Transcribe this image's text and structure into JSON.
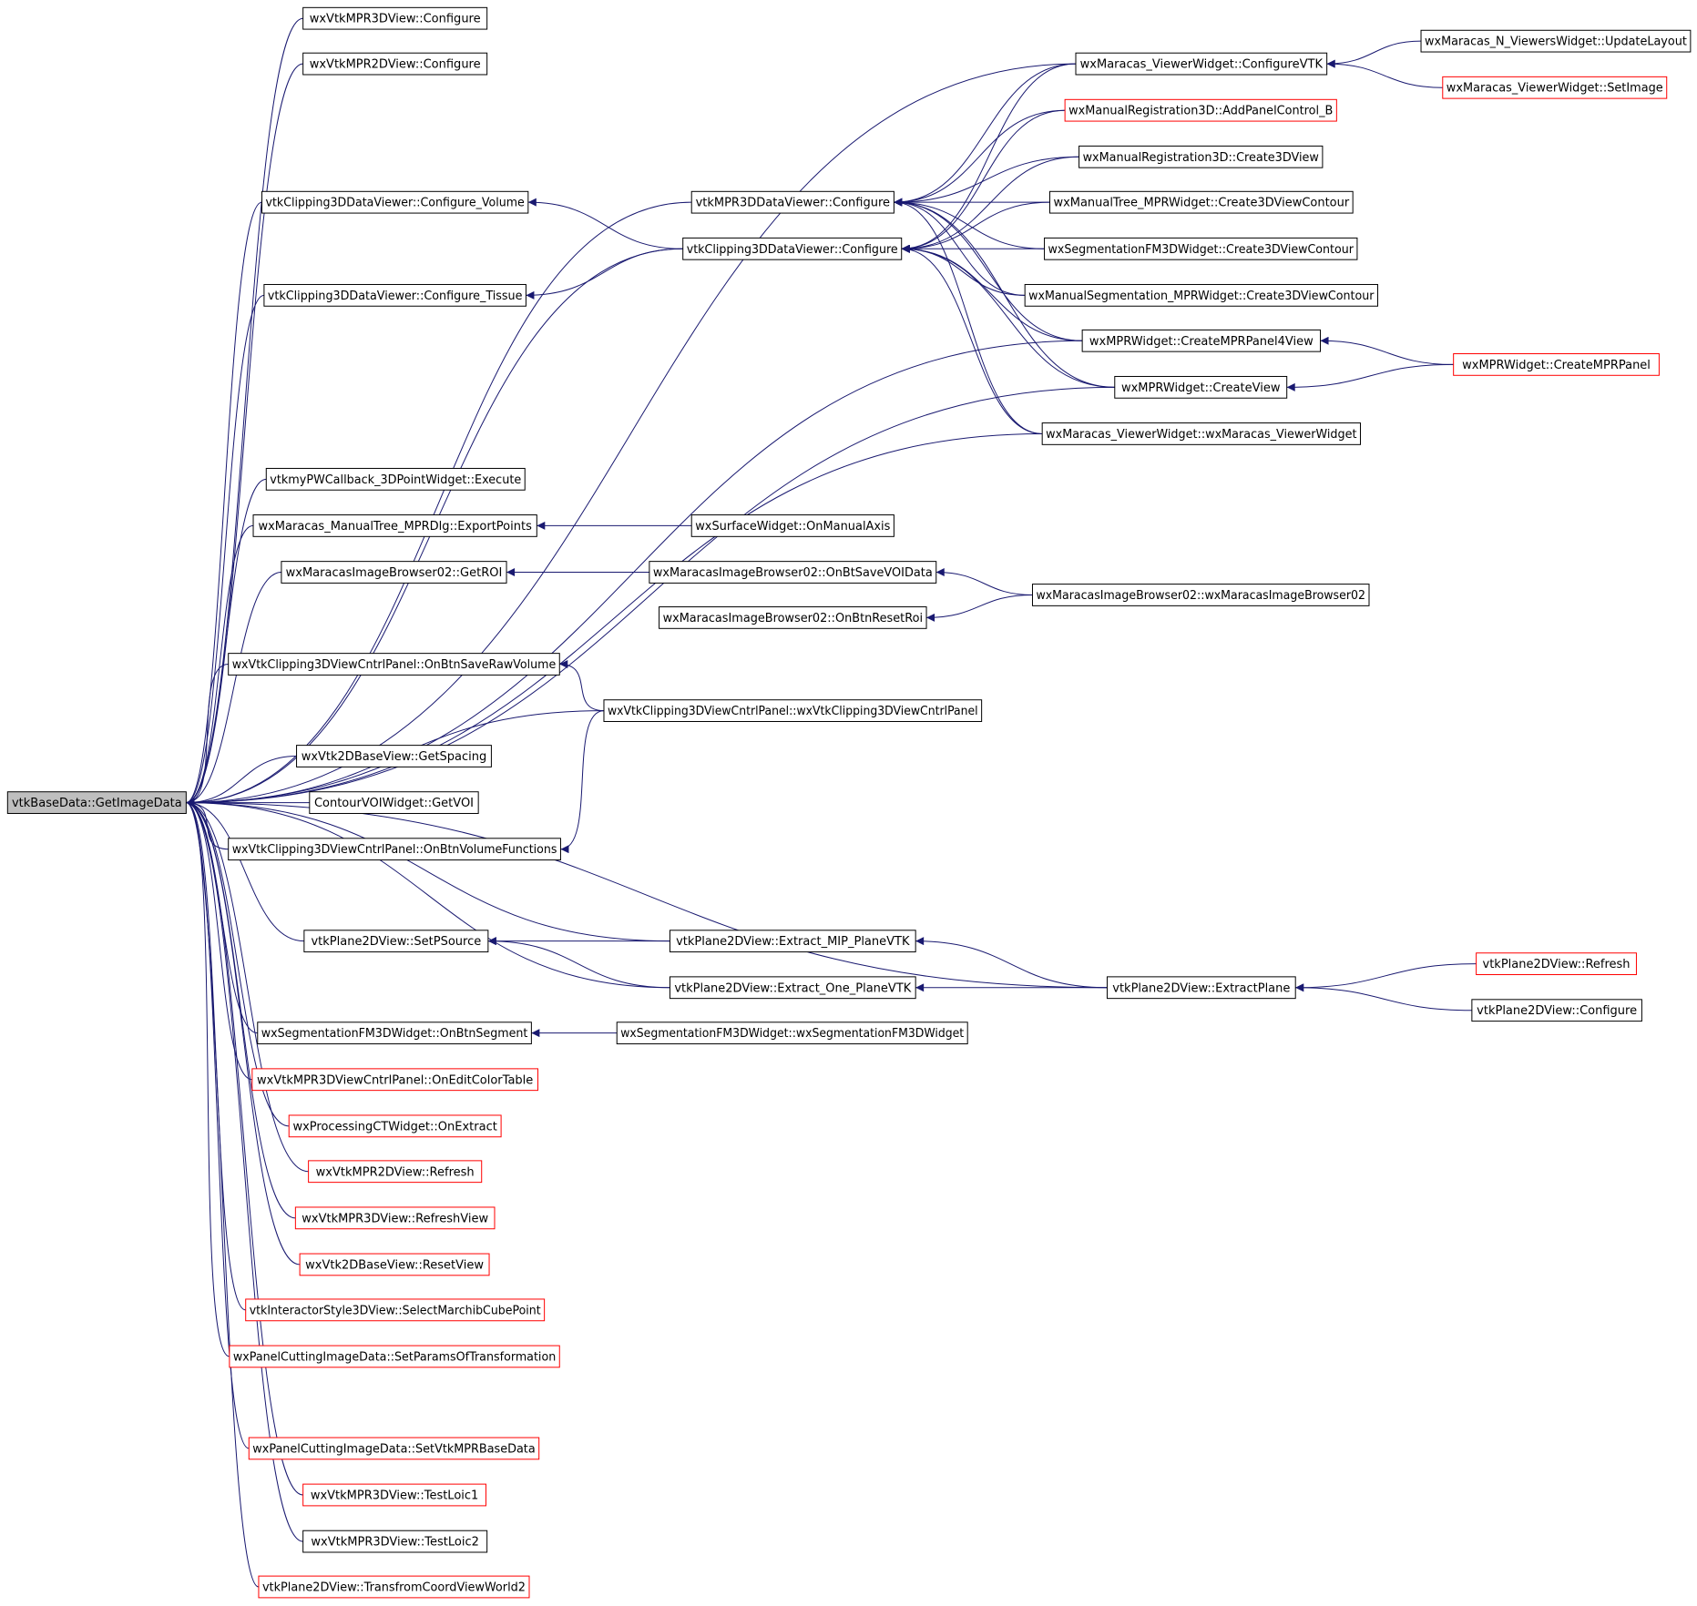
{
  "graph": {
    "colors": {
      "edge": "#191970",
      "node_border": "#000000",
      "truncated_node_border": "#ff0000",
      "root_fill": "#bfbfbf"
    },
    "nodes": [
      {
        "id": "root",
        "label": "vtkBaseData::GetImageData",
        "style": "root"
      },
      {
        "id": "n1",
        "label": "wxVtkMPR3DView::Configure",
        "style": "normal"
      },
      {
        "id": "n2",
        "label": "wxVtkMPR2DView::Configure",
        "style": "normal"
      },
      {
        "id": "n3",
        "label": "vtkClipping3DDataViewer::Configure_Volume",
        "style": "normal"
      },
      {
        "id": "n4",
        "label": "vtkClipping3DDataViewer::Configure_Tissue",
        "style": "normal"
      },
      {
        "id": "n5",
        "label": "vtkmyPWCallback_3DPointWidget::Execute",
        "style": "normal"
      },
      {
        "id": "n6",
        "label": "wxMaracas_ManualTree_MPRDlg::ExportPoints",
        "style": "normal"
      },
      {
        "id": "n7",
        "label": "wxMaracasImageBrowser02::GetROI",
        "style": "normal"
      },
      {
        "id": "n8",
        "label": "wxVtkClipping3DViewCntrlPanel::OnBtnSaveRawVolume",
        "style": "normal"
      },
      {
        "id": "n9",
        "label": "wxVtk2DBaseView::GetSpacing",
        "style": "normal"
      },
      {
        "id": "n10",
        "label": "ContourVOIWidget::GetVOI",
        "style": "normal"
      },
      {
        "id": "n11",
        "label": "wxVtkClipping3DViewCntrlPanel::OnBtnVolumeFunctions",
        "style": "normal"
      },
      {
        "id": "n12",
        "label": "vtkPlane2DView::SetPSource",
        "style": "normal"
      },
      {
        "id": "n13",
        "label": "wxSegmentationFM3DWidget::OnBtnSegment",
        "style": "normal"
      },
      {
        "id": "n14",
        "label": "wxVtkMPR3DViewCntrlPanel::OnEditColorTable",
        "style": "red"
      },
      {
        "id": "n15",
        "label": "wxProcessingCTWidget::OnExtract",
        "style": "red"
      },
      {
        "id": "n16",
        "label": "wxVtkMPR2DView::Refresh",
        "style": "red"
      },
      {
        "id": "n17",
        "label": "wxVtkMPR3DView::RefreshView",
        "style": "red"
      },
      {
        "id": "n18",
        "label": "wxVtk2DBaseView::ResetView",
        "style": "red"
      },
      {
        "id": "n19",
        "label": "vtkInteractorStyle3DView::SelectMarchibCubePoint",
        "style": "red"
      },
      {
        "id": "n20",
        "label": "wxPanelCuttingImageData::SetParamsOfTransformation",
        "style": "red"
      },
      {
        "id": "n21",
        "label": "wxPanelCuttingImageData::SetVtkMPRBaseData",
        "style": "red"
      },
      {
        "id": "n22",
        "label": "wxVtkMPR3DView::TestLoic1",
        "style": "red"
      },
      {
        "id": "n23",
        "label": "wxVtkMPR3DView::TestLoic2",
        "style": "normal"
      },
      {
        "id": "n24",
        "label": "vtkPlane2DView::TransfromCoordViewWorld2",
        "style": "red"
      },
      {
        "id": "m1",
        "label": "vtkMPR3DDataViewer::Configure",
        "style": "normal"
      },
      {
        "id": "m2",
        "label": "vtkClipping3DDataViewer::Configure",
        "style": "normal"
      },
      {
        "id": "m3",
        "label": "wxSurfaceWidget::OnManualAxis",
        "style": "normal"
      },
      {
        "id": "m4",
        "label": "wxMaracasImageBrowser02::OnBtSaveVOIData",
        "style": "normal"
      },
      {
        "id": "m5",
        "label": "wxMaracasImageBrowser02::OnBtnResetRoi",
        "style": "normal"
      },
      {
        "id": "m6",
        "label": "wxVtkClipping3DViewCntrlPanel::wxVtkClipping3DViewCntrlPanel",
        "style": "normal"
      },
      {
        "id": "m7",
        "label": "vtkPlane2DView::Extract_MIP_PlaneVTK",
        "style": "normal"
      },
      {
        "id": "m8",
        "label": "vtkPlane2DView::Extract_One_PlaneVTK",
        "style": "normal"
      },
      {
        "id": "m9",
        "label": "wxSegmentationFM3DWidget::wxSegmentationFM3DWidget",
        "style": "normal"
      },
      {
        "id": "r1",
        "label": "wxMaracas_ViewerWidget::ConfigureVTK",
        "style": "normal"
      },
      {
        "id": "r2",
        "label": "wxManualRegistration3D::AddPanelControl_B",
        "style": "red"
      },
      {
        "id": "r3",
        "label": "wxManualRegistration3D::Create3DView",
        "style": "normal"
      },
      {
        "id": "r4",
        "label": "wxManualTree_MPRWidget::Create3DViewContour",
        "style": "normal"
      },
      {
        "id": "r5",
        "label": "wxSegmentationFM3DWidget::Create3DViewContour",
        "style": "normal"
      },
      {
        "id": "r6",
        "label": "wxManualSegmentation_MPRWidget::Create3DViewContour",
        "style": "normal"
      },
      {
        "id": "r7",
        "label": "wxMPRWidget::CreateMPRPanel4View",
        "style": "normal"
      },
      {
        "id": "r8",
        "label": "wxMPRWidget::CreateView",
        "style": "normal"
      },
      {
        "id": "r9",
        "label": "wxMaracas_ViewerWidget::wxMaracas_ViewerWidget",
        "style": "normal"
      },
      {
        "id": "r10",
        "label": "wxMaracasImageBrowser02::wxMaracasImageBrowser02",
        "style": "normal"
      },
      {
        "id": "r11",
        "label": "vtkPlane2DView::ExtractPlane",
        "style": "normal"
      },
      {
        "id": "f1",
        "label": "wxMaracas_N_ViewersWidget::UpdateLayout",
        "style": "normal"
      },
      {
        "id": "f2",
        "label": "wxMaracas_ViewerWidget::SetImage",
        "style": "red"
      },
      {
        "id": "f3",
        "label": "wxMPRWidget::CreateMPRPanel",
        "style": "red"
      },
      {
        "id": "f4",
        "label": "vtkPlane2DView::Refresh",
        "style": "red"
      },
      {
        "id": "f5",
        "label": "vtkPlane2DView::Configure",
        "style": "normal"
      }
    ],
    "edges": [
      [
        "n1",
        "root"
      ],
      [
        "n2",
        "root"
      ],
      [
        "n3",
        "root"
      ],
      [
        "n4",
        "root"
      ],
      [
        "n5",
        "root"
      ],
      [
        "n6",
        "root"
      ],
      [
        "n7",
        "root"
      ],
      [
        "n8",
        "root"
      ],
      [
        "n9",
        "root"
      ],
      [
        "n10",
        "root"
      ],
      [
        "n11",
        "root"
      ],
      [
        "n12",
        "root"
      ],
      [
        "n13",
        "root"
      ],
      [
        "n14",
        "root"
      ],
      [
        "n15",
        "root"
      ],
      [
        "n16",
        "root"
      ],
      [
        "n17",
        "root"
      ],
      [
        "n18",
        "root"
      ],
      [
        "n19",
        "root"
      ],
      [
        "n20",
        "root"
      ],
      [
        "n21",
        "root"
      ],
      [
        "n22",
        "root"
      ],
      [
        "n23",
        "root"
      ],
      [
        "n24",
        "root"
      ],
      [
        "m1",
        "root"
      ],
      [
        "m2",
        "root"
      ],
      [
        "m6",
        "root"
      ],
      [
        "m7",
        "root"
      ],
      [
        "m8",
        "root"
      ],
      [
        "r1",
        "root"
      ],
      [
        "r7",
        "root"
      ],
      [
        "r8",
        "root"
      ],
      [
        "r9",
        "root"
      ],
      [
        "r11",
        "root"
      ],
      [
        "m2",
        "n3"
      ],
      [
        "m2",
        "n4"
      ],
      [
        "r1",
        "m1"
      ],
      [
        "r2",
        "m1"
      ],
      [
        "r3",
        "m1"
      ],
      [
        "r4",
        "m1"
      ],
      [
        "r5",
        "m1"
      ],
      [
        "r6",
        "m1"
      ],
      [
        "r7",
        "m1"
      ],
      [
        "r8",
        "m1"
      ],
      [
        "r9",
        "m1"
      ],
      [
        "r1",
        "m2"
      ],
      [
        "r2",
        "m2"
      ],
      [
        "r3",
        "m2"
      ],
      [
        "r4",
        "m2"
      ],
      [
        "r5",
        "m2"
      ],
      [
        "r6",
        "m2"
      ],
      [
        "r7",
        "m2"
      ],
      [
        "r8",
        "m2"
      ],
      [
        "r9",
        "m2"
      ],
      [
        "m3",
        "n6"
      ],
      [
        "m4",
        "n7"
      ],
      [
        "r10",
        "m4"
      ],
      [
        "r10",
        "m5"
      ],
      [
        "m6",
        "n8"
      ],
      [
        "m6",
        "n11"
      ],
      [
        "m7",
        "n12"
      ],
      [
        "m8",
        "n12"
      ],
      [
        "r11",
        "m7"
      ],
      [
        "r11",
        "m8"
      ],
      [
        "m9",
        "n13"
      ],
      [
        "f1",
        "r1"
      ],
      [
        "f2",
        "r1"
      ],
      [
        "f3",
        "r7"
      ],
      [
        "f3",
        "r8"
      ],
      [
        "f4",
        "r11"
      ],
      [
        "f5",
        "r11"
      ]
    ]
  }
}
